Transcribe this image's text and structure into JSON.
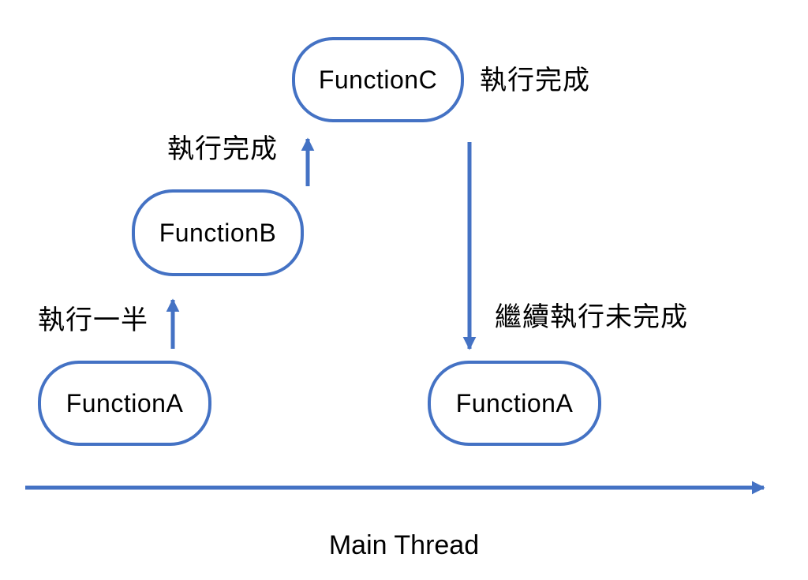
{
  "diagram": {
    "title_semantic": "call-stack-execution-diagram",
    "accent_color": "#4472C4",
    "text_color": "#000000",
    "nodes": [
      {
        "id": "function-c",
        "label": "FunctionC"
      },
      {
        "id": "function-b",
        "label": "FunctionB"
      },
      {
        "id": "function-a-left",
        "label": "FunctionA"
      },
      {
        "id": "function-a-right",
        "label": "FunctionA"
      }
    ],
    "annotations": [
      {
        "id": "function-c-status",
        "text": "執行完成"
      },
      {
        "id": "function-b-status",
        "text": "執行完成"
      },
      {
        "id": "function-a-status",
        "text": "執行一半"
      },
      {
        "id": "resume-status",
        "text": "繼續執行未完成"
      }
    ],
    "arrows": [
      {
        "id": "arrow-a-to-b",
        "direction": "up"
      },
      {
        "id": "arrow-b-to-c",
        "direction": "up"
      },
      {
        "id": "arrow-c-to-a-right",
        "direction": "down"
      },
      {
        "id": "arrow-main-thread",
        "direction": "right"
      }
    ],
    "timeline_label": "Main Thread"
  }
}
